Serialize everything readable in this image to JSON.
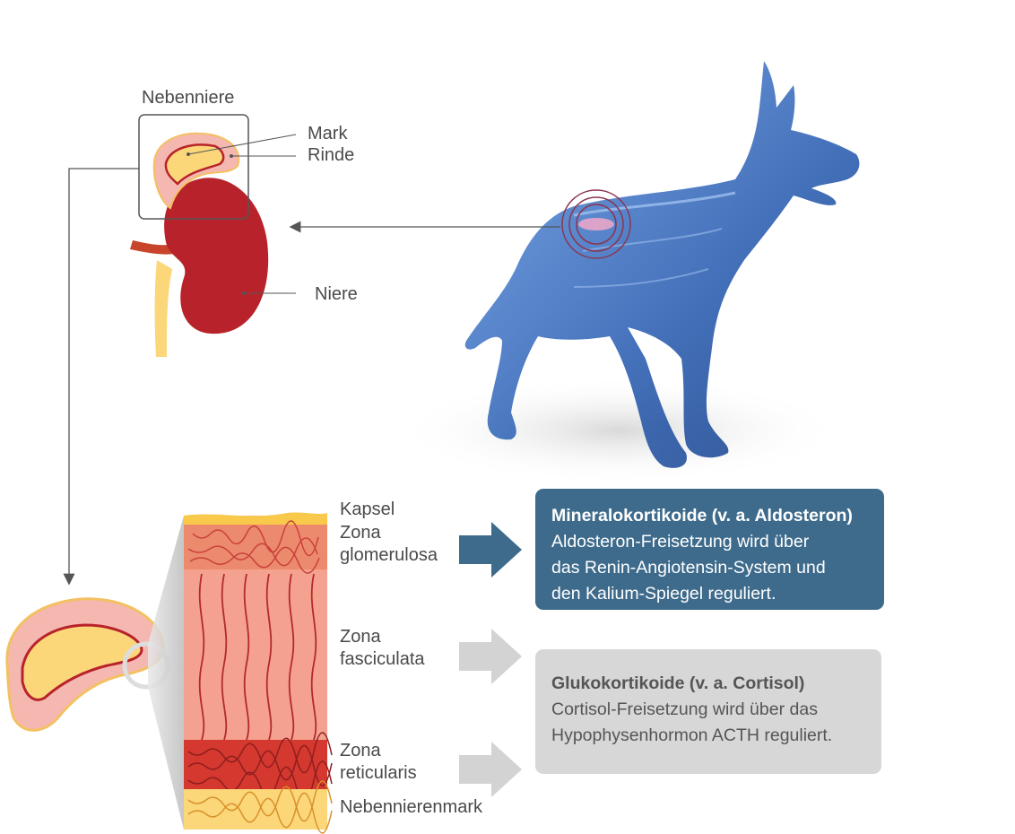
{
  "labels": {
    "nebenniere": "Nebenniere",
    "mark": "Mark",
    "rinde": "Rinde",
    "niere": "Niere",
    "kapsel": "Kapsel",
    "zona_glomerulosa": [
      "Zona",
      "glomerulosa"
    ],
    "zona_fasciculata": [
      "Zona",
      "fasciculata"
    ],
    "zona_reticularis": [
      "Zona",
      "reticularis"
    ],
    "nebennierenmark": "Nebennierenmark"
  },
  "boxes": {
    "mineralo": {
      "title": "Mineralokortikoide (v. a. Aldosteron)",
      "lines": [
        "Aldosteron-Freisetzung wird über",
        "das Renin-Angiotensin-System und",
        "den Kalium-Spiegel reguliert."
      ]
    },
    "gluko": {
      "title": "Glukokortikoide (v. a. Cortisol)",
      "lines": [
        "Cortisol-Freisetzung wird über das",
        "Hypophysenhormon ACTH reguliert."
      ]
    }
  },
  "colors": {
    "blue_box": "#3e6b8c",
    "grey_box": "#d7d7d7",
    "kidney": "#b8232b",
    "cortex_pink": "#f4b8b0",
    "medulla_yellow": "#fbd77a",
    "dog_blue": "#3a6fc0"
  }
}
